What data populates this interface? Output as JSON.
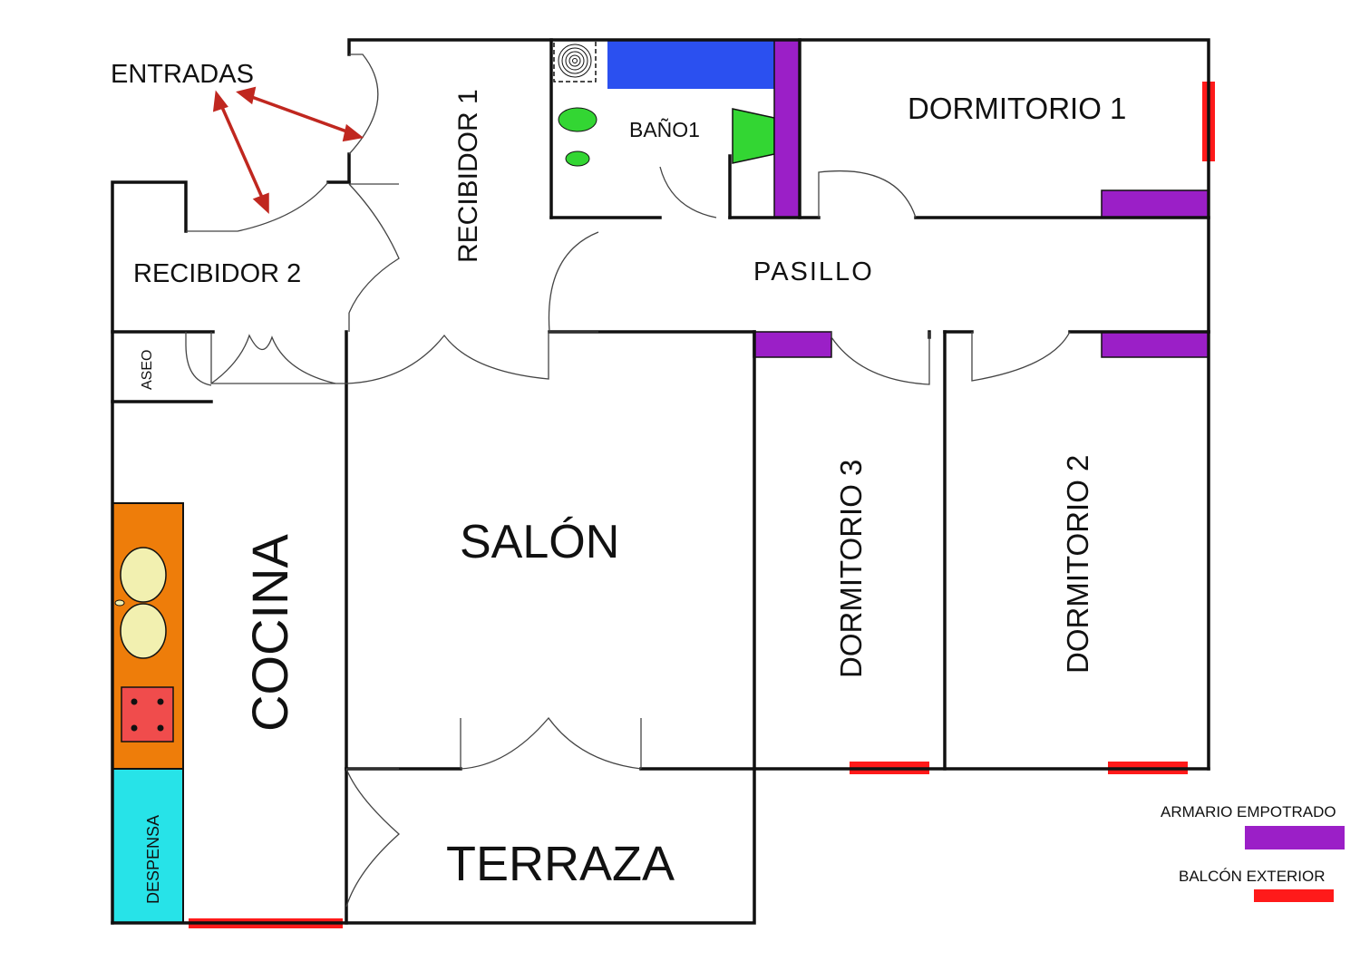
{
  "labels": {
    "entradas": "ENTRADAS",
    "recibidor1": "RECIBIDOR 1",
    "recibidor2": "RECIBIDOR 2",
    "bano1": "BAÑO1",
    "dormitorio1": "DORMITORIO 1",
    "pasillo": "PASILLO",
    "aseo": "ASEO",
    "salon": "SALÓN",
    "dormitorio3": "DORMITORIO 3",
    "dormitorio2": "DORMITORIO 2",
    "cocina": "COCINA",
    "despensa": "DESPENSA",
    "terraza": "TERRAZA"
  },
  "legend": {
    "armario": "ARMARIO EMPOTRADO",
    "balcon": "BALCÓN EXTERIOR"
  },
  "colors": {
    "armario": "#9b1fc7",
    "balcon": "#ff1a1a",
    "arrow": "#c0271f",
    "bathtub": "#2b50f0",
    "sink": "#33d633",
    "countertop": "#ee7d0a",
    "stove": "#f04c4c",
    "pantry": "#27e3e8",
    "kitchen_sink": "#f2f0b0"
  }
}
